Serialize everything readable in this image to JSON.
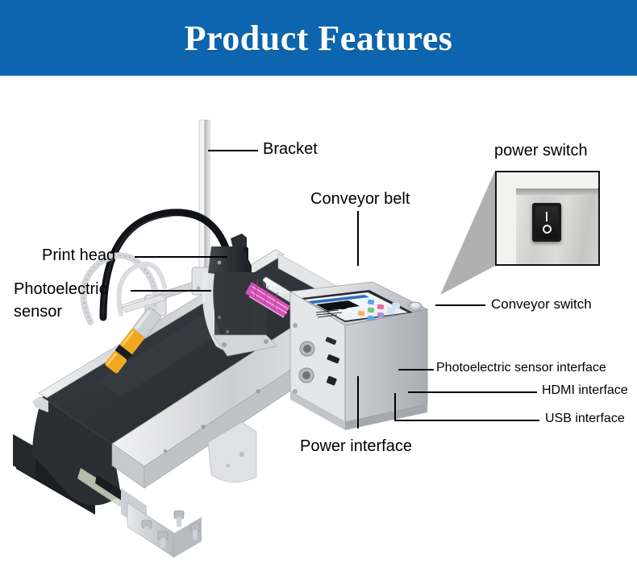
{
  "banner": {
    "title": "Product Features"
  },
  "colors": {
    "banner_blue": "#0c65ae",
    "label_text": "#000000",
    "leader_line": "#000000",
    "inset_border": "#111111",
    "cone_gray": "#b0b0b0",
    "belt_dark": "#2f3338",
    "frame_silver": "#d9dadc",
    "printhead_magenta": "#d450b4",
    "sensor_yellow": "#f0a81e"
  },
  "callouts": [
    {
      "id": "bracket",
      "label": "Bracket",
      "align": "left"
    },
    {
      "id": "conveyor-belt",
      "label": "Conveyor belt",
      "align": "left"
    },
    {
      "id": "print-head",
      "label": "Print head",
      "align": "left"
    },
    {
      "id": "photoelectric-sensor",
      "label": "Photoelectric",
      "align": "left"
    },
    {
      "id": "photoelectric-sensor-line2",
      "label": "sensor",
      "align": "left"
    },
    {
      "id": "power-interface",
      "label": "Power interface",
      "align": "left"
    },
    {
      "id": "conveyor-switch",
      "label": "Conveyor switch",
      "align": "left"
    },
    {
      "id": "photoelectric-sensor-interface",
      "label": "Photoelectric sensor interface",
      "align": "left"
    },
    {
      "id": "hdmi-interface",
      "label": "HDMI interface",
      "align": "right"
    },
    {
      "id": "usb-interface",
      "label": "USB interface",
      "align": "right"
    }
  ],
  "labels": {
    "bracket": "Bracket",
    "conveyor_belt": "Conveyor belt",
    "print_head": "Print head",
    "photoelectric_sensor_l1": "Photoelectric",
    "photoelectric_sensor_l2": "sensor",
    "power_interface": "Power interface",
    "conveyor_switch": "Conveyor switch",
    "photoelectric_sensor_interface": "Photoelectric sensor interface",
    "hdmi_interface": "HDMI interface",
    "usb_interface": "USB interface"
  },
  "inset": {
    "title": "power switch",
    "switch": {
      "on_glyph": "I",
      "off_glyph": "O",
      "state": "rocker"
    }
  },
  "machine": {
    "name": "conveyor belt inkjet printer",
    "parts": [
      "bracket pole",
      "print head assembly",
      "photoelectric sensor",
      "conveyor belt",
      "control cabinet",
      "touchscreen panel",
      "power interface",
      "photoelectric sensor interface",
      "hdmi interface",
      "usb interface",
      "conveyor switch"
    ]
  }
}
